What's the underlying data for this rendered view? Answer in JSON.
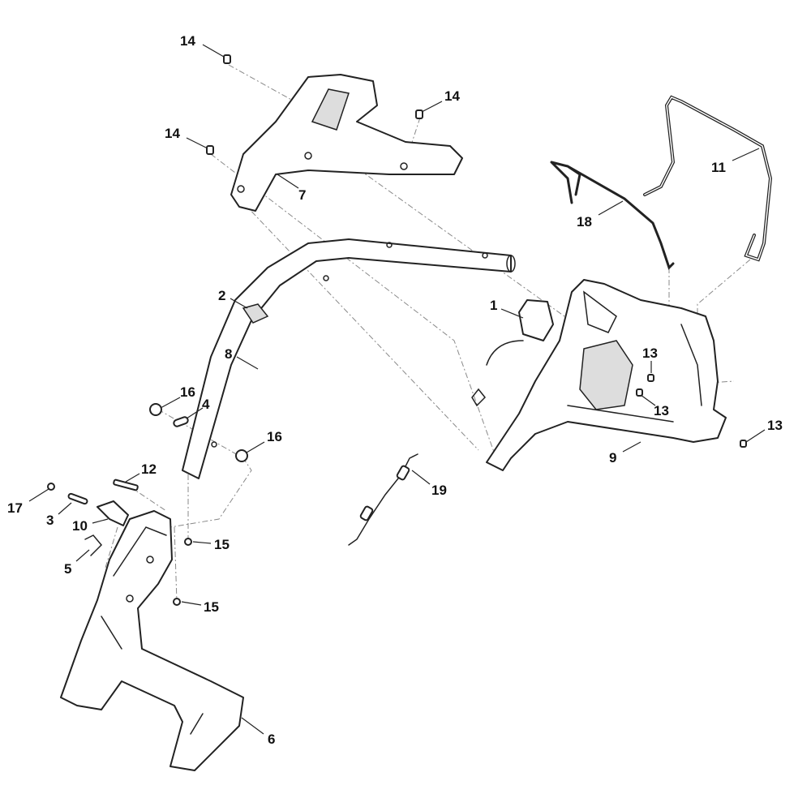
{
  "diagram": {
    "title": "Handlebar exploded parts diagram",
    "callouts": [
      {
        "id": "c14a",
        "text": "14"
      },
      {
        "id": "c14b",
        "text": "14"
      },
      {
        "id": "c14c",
        "text": "14"
      },
      {
        "id": "c7",
        "text": "7"
      },
      {
        "id": "c11",
        "text": "11"
      },
      {
        "id": "c18",
        "text": "18"
      },
      {
        "id": "c2",
        "text": "2"
      },
      {
        "id": "c1",
        "text": "1"
      },
      {
        "id": "c8",
        "text": "8"
      },
      {
        "id": "c13a",
        "text": "13"
      },
      {
        "id": "c13b",
        "text": "13"
      },
      {
        "id": "c13c",
        "text": "13"
      },
      {
        "id": "c16a",
        "text": "16"
      },
      {
        "id": "c4",
        "text": "4"
      },
      {
        "id": "c16b",
        "text": "16"
      },
      {
        "id": "c9",
        "text": "9"
      },
      {
        "id": "c19",
        "text": "19"
      },
      {
        "id": "c12",
        "text": "12"
      },
      {
        "id": "c17",
        "text": "17"
      },
      {
        "id": "c3",
        "text": "3"
      },
      {
        "id": "c10",
        "text": "10"
      },
      {
        "id": "c5",
        "text": "5"
      },
      {
        "id": "c15a",
        "text": "15"
      },
      {
        "id": "c15b",
        "text": "15"
      },
      {
        "id": "c6",
        "text": "6"
      }
    ]
  }
}
